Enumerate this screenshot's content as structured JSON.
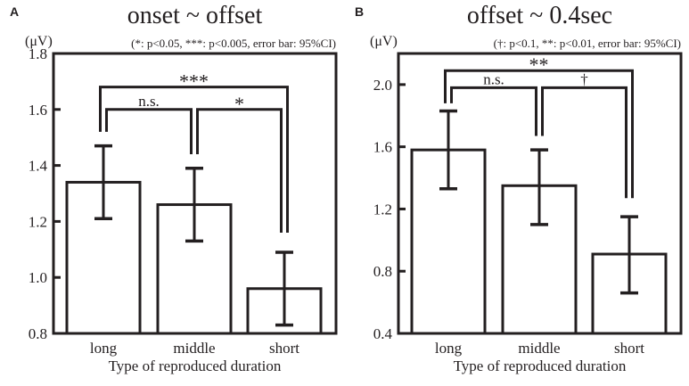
{
  "line_color": "#231f20",
  "background": "#ffffff",
  "chart_data": [
    {
      "type": "bar",
      "panel_label": "A",
      "title": "onset ~ offset",
      "subtitle": "(*: p<0.05, ***: p<0.005, error bar: 95%CI)",
      "y_unit": "(μV)",
      "xlabel": "Type of reproduced duration",
      "categories": [
        "long",
        "middle",
        "short"
      ],
      "values": [
        1.34,
        1.26,
        0.96
      ],
      "ci_low": [
        1.21,
        1.13,
        0.83
      ],
      "ci_high": [
        1.47,
        1.39,
        1.09
      ],
      "ylim": [
        0.8,
        1.8
      ],
      "yticks": [
        0.8,
        1.0,
        1.2,
        1.4,
        1.6,
        1.8
      ],
      "error_bar_note": "95%CI",
      "legend_position": "none",
      "grid": false,
      "significance": [
        {
          "label": "***",
          "from": 0,
          "to": 2,
          "y": 1.68,
          "left_leg_end": 1.52,
          "right_leg_end": 1.16,
          "left_dx": -3.5,
          "right_dx": 3.5
        },
        {
          "label": "n.s.",
          "from": 0,
          "to": 1,
          "y": 1.6,
          "left_leg_end": 1.52,
          "right_leg_end": 1.44,
          "left_dx": 3.5,
          "right_dx": -3.5
        },
        {
          "label": "*",
          "from": 1,
          "to": 2,
          "y": 1.6,
          "left_leg_end": 1.44,
          "right_leg_end": 1.16,
          "left_dx": 3.5,
          "right_dx": -3.5
        }
      ]
    },
    {
      "type": "bar",
      "panel_label": "B",
      "title": "offset ~ 0.4sec",
      "subtitle": "(†: p<0.1, **: p<0.01, error bar: 95%CI)",
      "y_unit": "(μV)",
      "xlabel": "Type of reproduced duration",
      "categories": [
        "long",
        "middle",
        "short"
      ],
      "values": [
        1.58,
        1.35,
        0.91
      ],
      "ci_low": [
        1.33,
        1.1,
        0.66
      ],
      "ci_high": [
        1.83,
        1.58,
        1.15
      ],
      "ylim": [
        0.4,
        2.2
      ],
      "yticks": [
        0.4,
        0.8,
        1.2,
        1.6,
        2.0
      ],
      "error_bar_note": "95%CI",
      "legend_position": "none",
      "grid": false,
      "significance": [
        {
          "label": "**",
          "from": 0,
          "to": 2,
          "y": 2.09,
          "left_leg_end": 1.88,
          "right_leg_end": 1.27,
          "left_dx": -3.5,
          "right_dx": 3.5
        },
        {
          "label": "n.s.",
          "from": 0,
          "to": 1,
          "y": 1.98,
          "left_leg_end": 1.88,
          "right_leg_end": 1.67,
          "left_dx": 3.5,
          "right_dx": -3.5
        },
        {
          "label": "†",
          "from": 1,
          "to": 2,
          "y": 1.98,
          "left_leg_end": 1.67,
          "right_leg_end": 1.27,
          "left_dx": 3.5,
          "right_dx": -3.5
        }
      ]
    }
  ]
}
